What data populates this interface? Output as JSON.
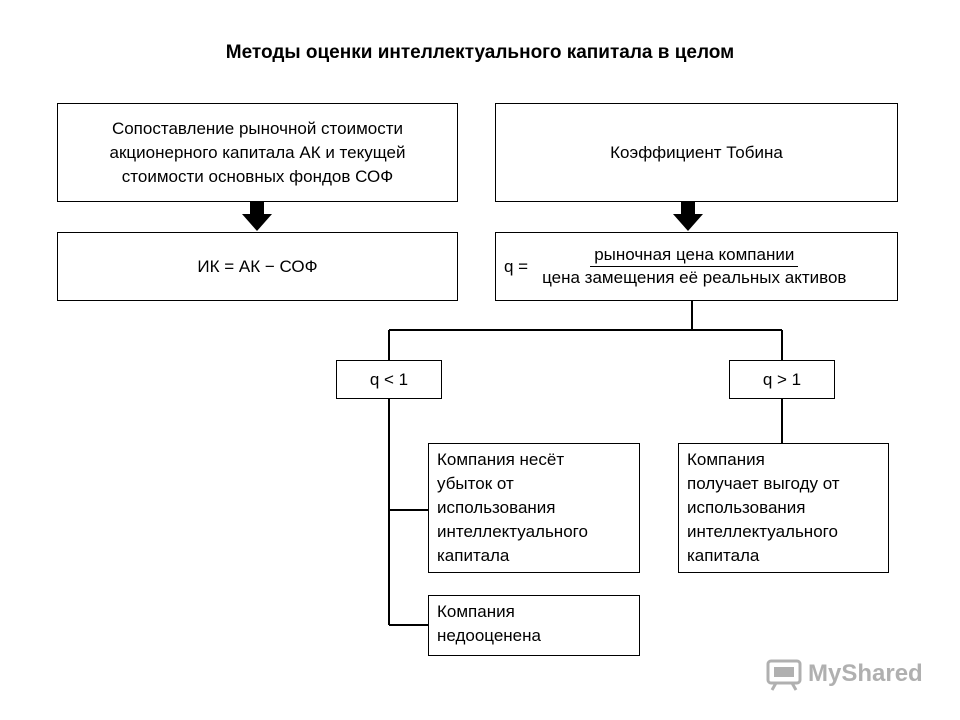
{
  "title": "Методы оценки интеллектуального капитала в целом",
  "left_top": {
    "lines": [
      "Сопоставление рыночной стоимости",
      "акционерного капитала АК и текущей",
      "стоимости основных фондов СОФ"
    ]
  },
  "right_top": {
    "text": "Коэффициент Тобина"
  },
  "left_formula": {
    "text": "ИК = АК − СОФ"
  },
  "right_formula": {
    "lhs": "q =",
    "numerator": "рыночная цена компании",
    "denominator": "цена замещения её реальных активов"
  },
  "cond_less": {
    "text": "q < 1"
  },
  "cond_greater": {
    "text": "q > 1"
  },
  "outcome_loss": {
    "lines": [
      "Компания несёт",
      "убыток от",
      "использования",
      "интеллектуального",
      "капитала"
    ]
  },
  "outcome_undervalued": {
    "lines": [
      "Компания",
      "недооценена"
    ]
  },
  "outcome_benefit": {
    "lines": [
      "Компания",
      "получает выгоду от",
      "использования",
      "интеллектуального",
      "капитала"
    ]
  },
  "watermark": {
    "text": "MyShared"
  }
}
